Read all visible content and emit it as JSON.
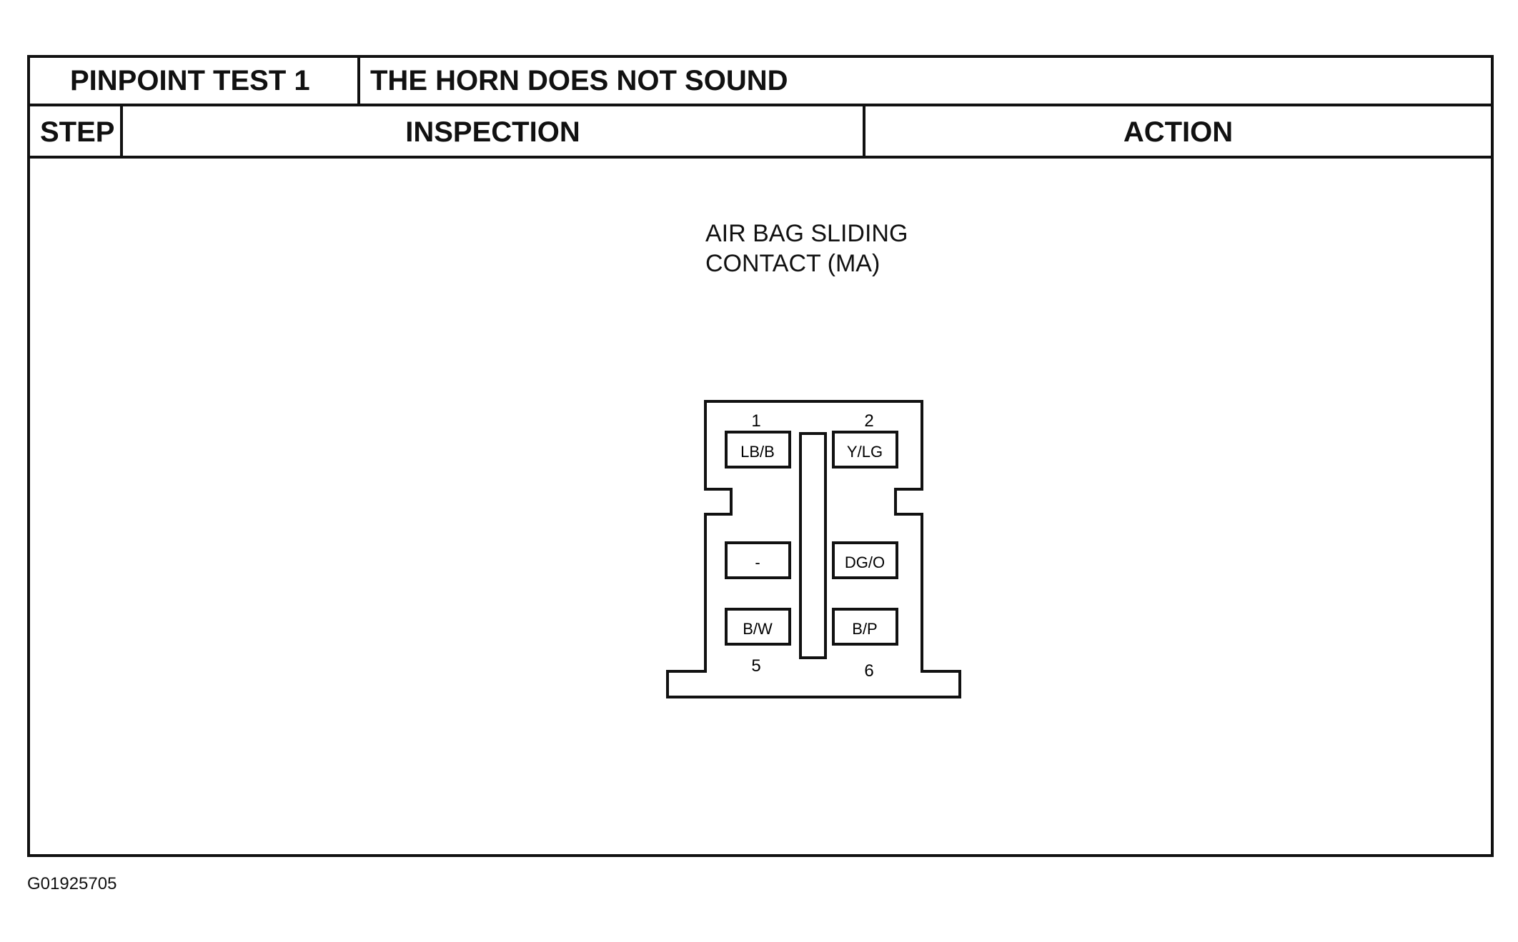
{
  "header": {
    "test_label": "PINPOINT TEST 1",
    "test_title": "THE HORN DOES NOT SOUND"
  },
  "columns": {
    "step": "STEP",
    "inspection": "INSPECTION",
    "action": "ACTION"
  },
  "diagram": {
    "caption_line1": "AIR BAG SLIDING",
    "caption_line2": "CONTACT (MA)",
    "pin_numbers": {
      "pin1": "1",
      "pin2": "2",
      "pin5": "5",
      "pin6": "6"
    },
    "terminals": {
      "pin1": "LB/B",
      "pin2": "Y/LG",
      "pin3": "-",
      "pin4": "DG/O",
      "pin5": "B/W",
      "pin6": "B/P"
    }
  },
  "figure_code": "G01925705"
}
